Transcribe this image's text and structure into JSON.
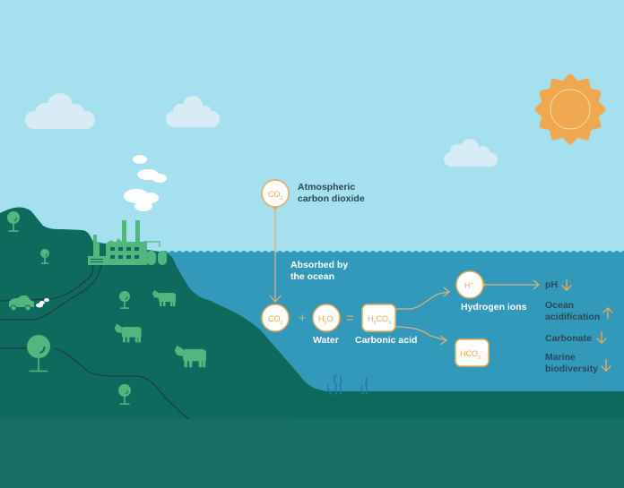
{
  "colors": {
    "sky": "#a5e0ee",
    "cloud": "#d7ecf4",
    "smoke": "#ffffff",
    "sun": "#f0a850",
    "ocean": "#3399bb",
    "land": "#0e6a5c",
    "land_edge": "#0b5e52",
    "ground": "#176e62",
    "icon_green": "#52b77e",
    "road": "#1f3b45",
    "accent_orange": "#f0a850",
    "label_dark": "#2d4656",
    "seaweed": "#2a77a5"
  },
  "icons": {
    "sun": "sun-icon",
    "clouds": [
      "cloud-icon",
      "cloud-icon",
      "cloud-icon"
    ],
    "factory": "factory-icon",
    "car": "car-icon",
    "trees": [
      "tree-icon",
      "tree-icon",
      "tree-icon",
      "tree-icon",
      "tree-icon"
    ],
    "cows": [
      "cow-icon",
      "cow-icon",
      "cow-icon"
    ],
    "seaweed": "seaweed-icon"
  },
  "diagram": {
    "atmospheric": {
      "molecule": "CO",
      "molecule_sub": "2",
      "label_line1": "Atmospheric",
      "label_line2": "carbon dioxide"
    },
    "absorbed": {
      "line1": "Absorbed by",
      "line2": "the ocean"
    },
    "equation": {
      "co2": {
        "main": "CO",
        "sub": "2"
      },
      "plus": "+",
      "water": {
        "pre": "H",
        "sub": "2",
        "post": "O",
        "label": "Water"
      },
      "equals": "=",
      "carbonic": {
        "pre": "H",
        "sub1": "2",
        "mid": "CO",
        "sub2": "3",
        "label": "Carbonic acid"
      }
    },
    "hydrogen": {
      "main": "H",
      "sup": "+",
      "label": "Hydrogen ions"
    },
    "bicarbonate": {
      "main": "HCO",
      "sub": "3",
      "sup": "-"
    },
    "effects": [
      {
        "line1": "pH",
        "line2": "",
        "direction": "down"
      },
      {
        "line1": "Ocean",
        "line2": "acidification",
        "direction": "up"
      },
      {
        "line1": "Carbonate",
        "line2": "",
        "direction": "down"
      },
      {
        "line1": "Marine",
        "line2": "biodiversity",
        "direction": "down"
      }
    ]
  }
}
